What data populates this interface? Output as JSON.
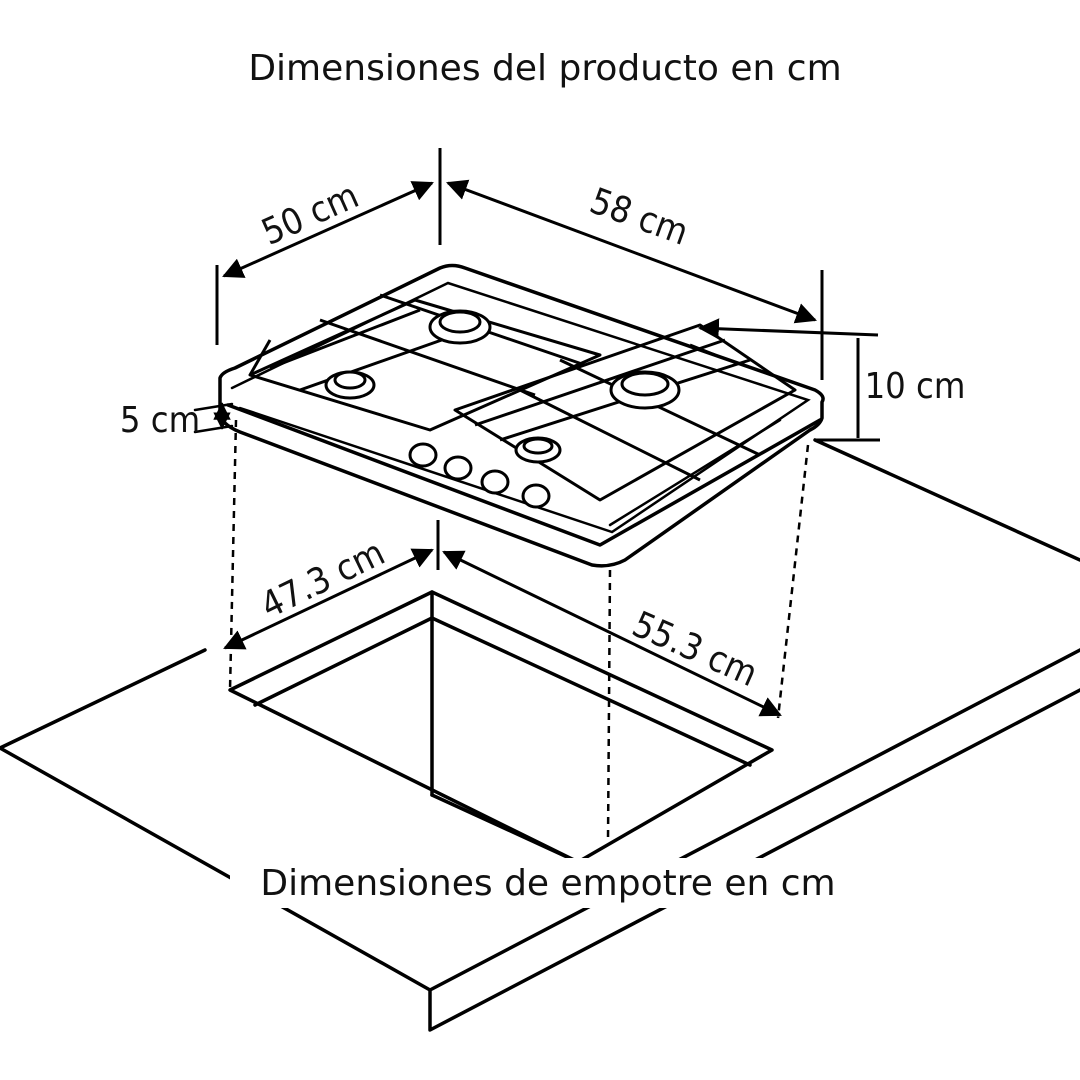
{
  "title_top": "Dimensiones del producto en cm",
  "title_bottom": "Dimensiones de empotre en cm",
  "dimensions": {
    "depth": "50 cm",
    "width": "58 cm",
    "height": "10 cm",
    "lip": "5 cm",
    "cutout_depth": "47.3 cm",
    "cutout_width": "55.3 cm"
  }
}
